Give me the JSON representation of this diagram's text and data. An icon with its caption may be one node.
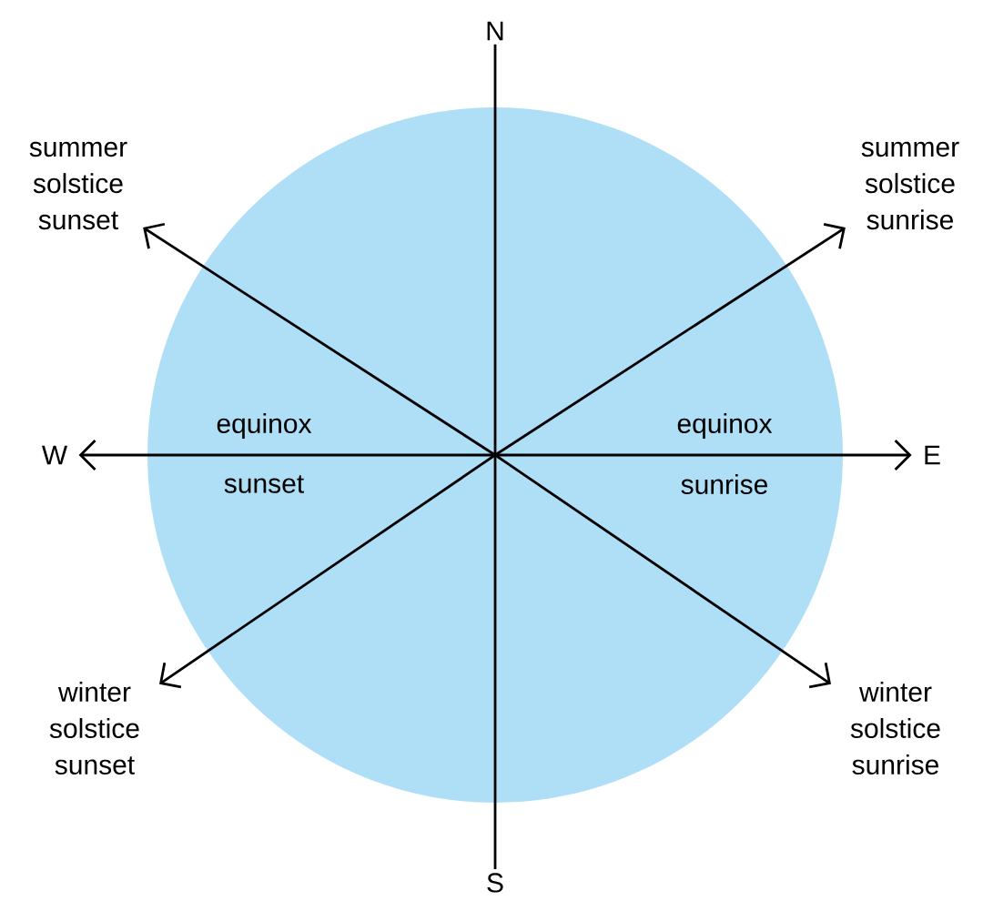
{
  "diagram": {
    "nodes": [
      {
        "text": [],
        "shape": "circle"
      },
      {
        "text": [
          "N"
        ]
      },
      {
        "text": [
          "summer solstice sunset"
        ]
      },
      {
        "text": [
          "summer solstice sunrise"
        ]
      },
      {
        "text": [
          "W"
        ]
      },
      {
        "text": [
          "E"
        ]
      },
      {
        "text": [
          "winter solstice sunset"
        ]
      },
      {
        "text": [
          "winter solstice sunrise"
        ]
      },
      {
        "text": [
          "S"
        ]
      }
    ],
    "edges": [
      {
        "from": 0,
        "to": 1,
        "arrow": "none"
      },
      {
        "from": 0,
        "to": 8,
        "arrow": "none"
      },
      {
        "from": 0,
        "to": 4,
        "arrow": "to"
      },
      {
        "from": 0,
        "to": 5,
        "arrow": "to"
      },
      {
        "from": 0,
        "to": 2,
        "arrow": "to"
      },
      {
        "from": 0,
        "to": 3,
        "arrow": "to"
      },
      {
        "from": 0,
        "to": 6,
        "arrow": "to"
      },
      {
        "from": 0,
        "to": 7,
        "arrow": "to"
      }
    ],
    "labels": [
      "equinox",
      "equinox",
      "sunset",
      "sunrise"
    ]
  }
}
